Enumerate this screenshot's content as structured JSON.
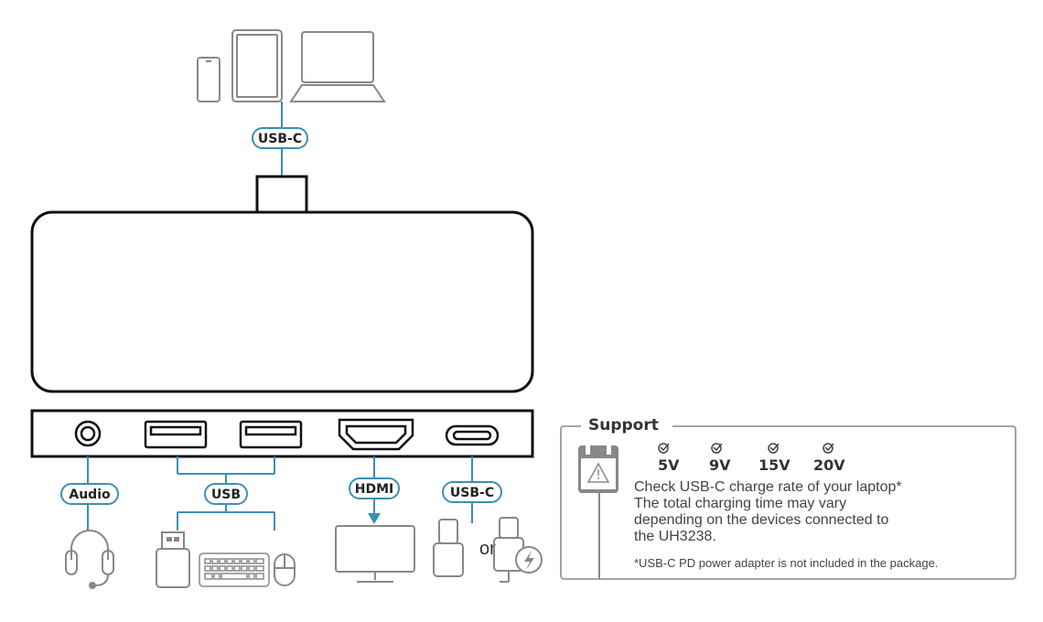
{
  "labels": {
    "top_usb_c": "USB-C",
    "audio": "Audio",
    "usb": "USB",
    "hdmi": "HDMI",
    "bottom_usb_c": "USB-C",
    "or": "or"
  },
  "support": {
    "title": "Support",
    "voltages": [
      "5V",
      "9V",
      "15V",
      "20V"
    ],
    "lines": [
      "Check USB-C charge rate of your laptop*",
      "The total charging time may vary",
      "depending on the devices connected to",
      "the UH3238."
    ],
    "footnote": "*USB-C PD power adapter is not included in the package."
  },
  "colors": {
    "connector": "#3b8fb5",
    "outline": "#111111",
    "icon": "#888888",
    "frame": "#999999"
  },
  "icons": [
    "phone-icon",
    "tablet-icon",
    "laptop-icon",
    "headset-icon",
    "usb-drive-icon",
    "keyboard-icon",
    "mouse-icon",
    "monitor-icon",
    "usb-c-device-icon",
    "charger-icon",
    "power-adapter-icon",
    "check-icon"
  ]
}
